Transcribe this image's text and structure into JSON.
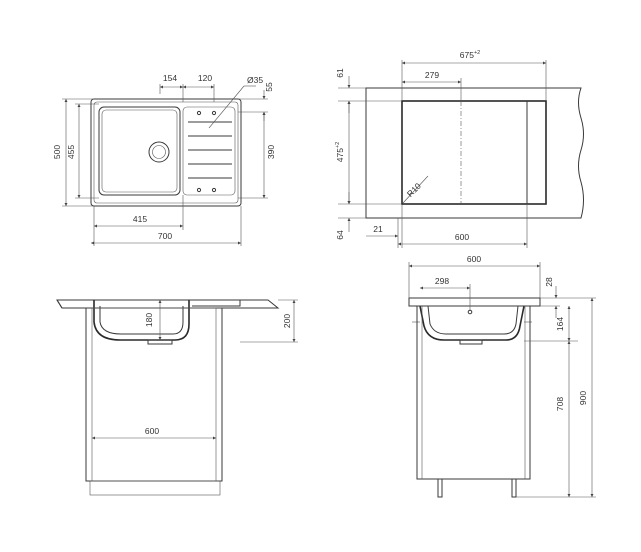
{
  "top_view": {
    "dim_154": "154",
    "dim_120": "120",
    "dim_diam35": "Ø35",
    "dim_55": "55",
    "dim_500": "500",
    "dim_455": "455",
    "dim_390": "390",
    "dim_415": "415",
    "dim_700": "700"
  },
  "cutout_view": {
    "dim_675": "675",
    "dim_675_tol": "+2",
    "dim_279": "279",
    "dim_61": "61",
    "dim_475": "475",
    "dim_475_tol": "+2",
    "dim_r10": "R10",
    "dim_64": "64",
    "dim_21": "21",
    "dim_600": "600"
  },
  "front_view": {
    "dim_180": "180",
    "dim_200": "200",
    "dim_600": "600"
  },
  "side_view": {
    "dim_600": "600",
    "dim_298": "298",
    "dim_28": "28",
    "dim_164": "164",
    "dim_708": "708",
    "dim_900": "900"
  },
  "colors": {
    "line": "#3a3a3a",
    "background": "#ffffff"
  }
}
